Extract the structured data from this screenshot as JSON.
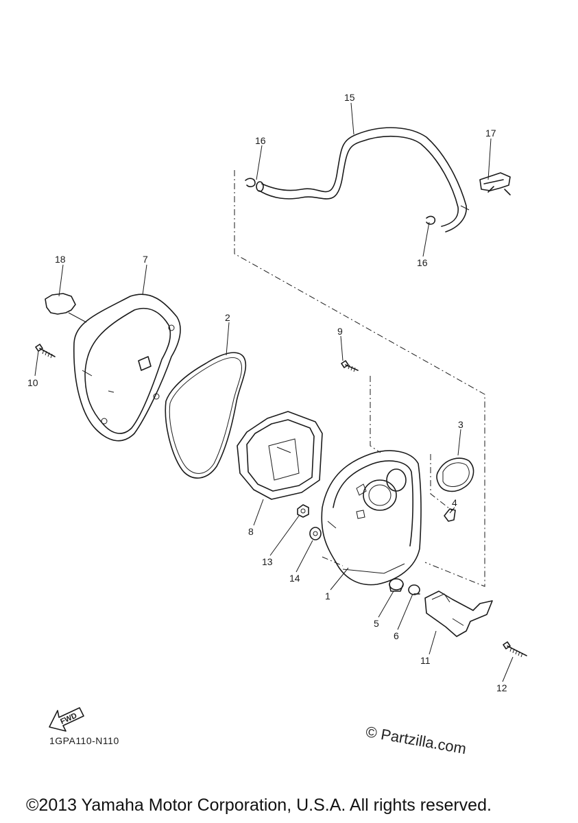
{
  "diagram": {
    "callouts": {
      "c1": "1",
      "c2": "2",
      "c3": "3",
      "c4": "4",
      "c5": "5",
      "c6": "6",
      "c7": "7",
      "c8": "8",
      "c9": "9",
      "c10": "10",
      "c11": "11",
      "c12": "12",
      "c13": "13",
      "c14": "14",
      "c15": "15",
      "c16a": "16",
      "c16b": "16",
      "c17": "17",
      "c18": "18"
    },
    "fwd_label": "FWD",
    "diagram_code": "1GPA110-N110",
    "watermark": "© Partzilla.com",
    "copyright": "©2013 Yamaha Motor Corporation, U.S.A. All rights reserved."
  }
}
